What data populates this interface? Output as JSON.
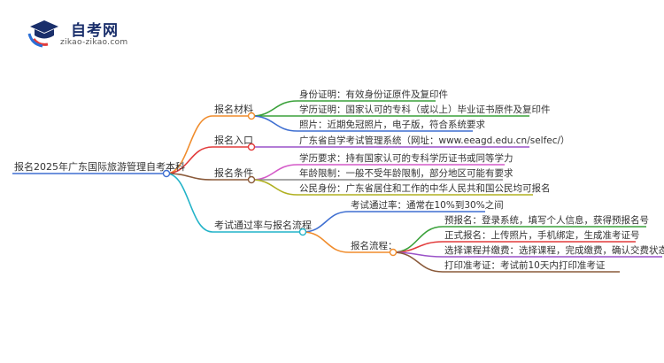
{
  "logo": {
    "title": "自考网",
    "subtitle": "zikao-zikao.com",
    "badge_colors": [
      "#2a6fd6",
      "#e23b3b",
      "#1a2f6b"
    ]
  },
  "mindmap": {
    "root": "报名2025年广东国际旅游管理自考本科",
    "branches": [
      {
        "label": "报名材料",
        "color": "#f08c2c",
        "children": [
          {
            "label": "身份证明：有效身份证原件及复印件",
            "color": "#3aa13a"
          },
          {
            "label": "学历证明：国家认可的专科（或以上）毕业证书原件及复印件",
            "color": "#3aa13a"
          },
          {
            "label": "照片：近期免冠照片，电子版，符合系统要求",
            "color": "#3f6fd1"
          }
        ]
      },
      {
        "label": "报名入口",
        "color": "#e23b3b",
        "children": [
          {
            "label": "广东省自学考试管理系统（网址：www.eeagd.edu.cn/selfec/）",
            "color": "#9a52c8"
          }
        ]
      },
      {
        "label": "报名条件",
        "color": "#8a5a3a",
        "children": [
          {
            "label": "学历要求：持有国家认可的专科学历证书或同等学力",
            "color": "#d45ac8"
          },
          {
            "label": "年龄限制：一般不受年龄限制，部分地区可能有要求",
            "color": "#888888"
          },
          {
            "label": "公民身份：广东省居住和工作的中华人民共和国公民均可报名",
            "color": "#b0b020"
          }
        ]
      },
      {
        "label": "考试通过率与报名流程",
        "color": "#22b3c8",
        "children": [
          {
            "label": "考试通过率：通常在10%到30%之间",
            "color": "#3f6fd1"
          },
          {
            "label": "报名流程：",
            "color": "#f08c2c",
            "children": [
              {
                "label": "预报名：登录系统，填写个人信息，获得预报名号",
                "color": "#3aa13a"
              },
              {
                "label": "正式报名：上传照片，手机绑定，生成准考证号",
                "color": "#e23b3b"
              },
              {
                "label": "选择课程并缴费：选择课程，完成缴费，确认交费状态",
                "color": "#9a52c8"
              },
              {
                "label": "打印准考证：考试前10天内打印准考证",
                "color": "#8a5a3a"
              }
            ]
          }
        ]
      }
    ]
  }
}
